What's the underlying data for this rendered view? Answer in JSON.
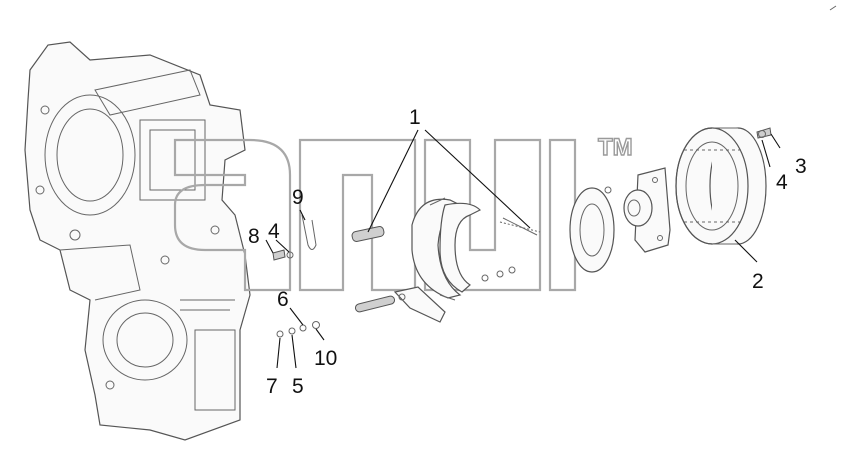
{
  "callouts": [
    {
      "id": "c1",
      "text": "1"
    },
    {
      "id": "c2",
      "text": "2"
    },
    {
      "id": "c3",
      "text": "3"
    },
    {
      "id": "c4a",
      "text": "4"
    },
    {
      "id": "c4b",
      "text": "4"
    },
    {
      "id": "c5",
      "text": "5"
    },
    {
      "id": "c6",
      "text": "6"
    },
    {
      "id": "c7",
      "text": "7"
    },
    {
      "id": "c8",
      "text": "8"
    },
    {
      "id": "c9",
      "text": "9"
    },
    {
      "id": "c10",
      "text": "10"
    }
  ],
  "watermark": {
    "trademark": "TM"
  },
  "colors": {
    "line": "#555555",
    "label": "#111111",
    "watermark": "#a8a8a8"
  }
}
